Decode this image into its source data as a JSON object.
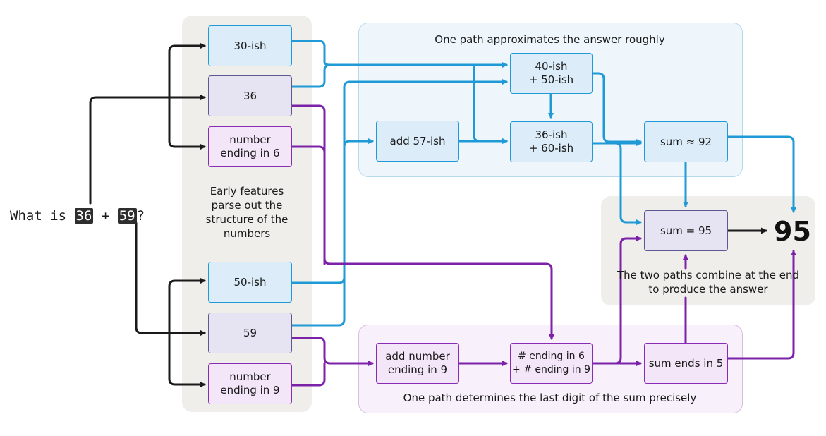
{
  "question": {
    "prefix": "What is ",
    "a": "36",
    "plus": " + ",
    "b": "59",
    "suffix": "?"
  },
  "answer": "95",
  "panels": {
    "early_label": "Early features\nparse out the\nstructure of the\nnumbers",
    "approx_label": "One path approximates the answer roughly",
    "precise_label": "One path determines the last digit of the sum precisely",
    "combine_label": "The two paths combine at the end\nto produce the answer"
  },
  "nodes": {
    "n30ish": "30-ish",
    "n36": "36",
    "ending6": "number\nending in 6",
    "n50ish": "50-ish",
    "n59": "59",
    "ending9": "number\nending in 9",
    "add57ish": "add 57-ish",
    "ish40_50": "40-ish\n+ 50-ish",
    "ish36_60": "36-ish\n+ 60-ish",
    "sum92": "sum ≈ 92",
    "sum95": "sum = 95",
    "addending9": "add number\nending in 9",
    "ending6_9": "# ending in 6\n+ # ending in 9",
    "sumends5": "sum ends in 5"
  },
  "colors": {
    "blue": "#1f9ad6",
    "purple": "#7b22a8",
    "black": "#1a1a1a"
  }
}
